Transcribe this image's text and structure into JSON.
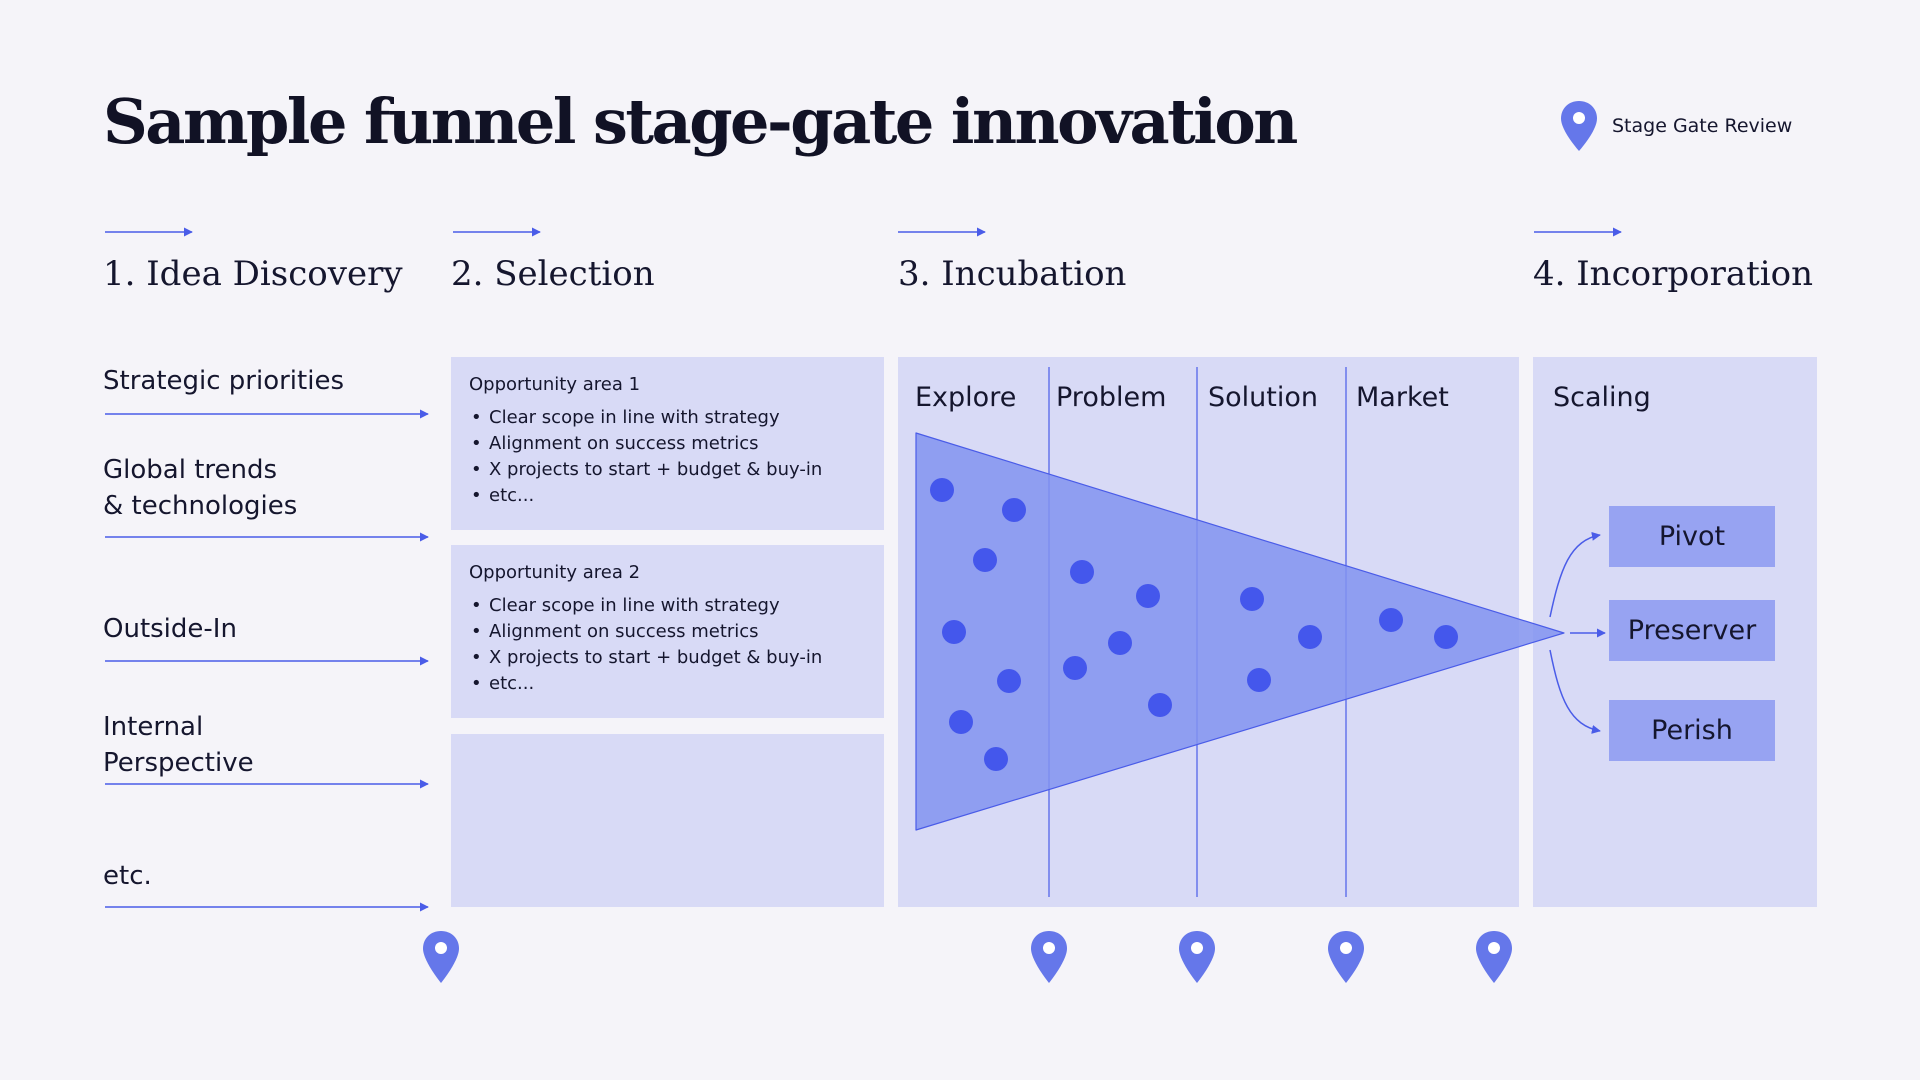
{
  "title": "Sample funnel stage-gate innovation",
  "legend": {
    "label": "Stage Gate Review",
    "icon": "map-pin-icon"
  },
  "stages": [
    {
      "label": "1. Idea Discovery"
    },
    {
      "label": "2. Selection"
    },
    {
      "label": "3. Incubation"
    },
    {
      "label": "4. Incorporation"
    }
  ],
  "idea_sources": [
    {
      "line1": "Strategic priorities",
      "line2": ""
    },
    {
      "line1": "Global trends",
      "line2": "& technologies"
    },
    {
      "line1": "Outside-In",
      "line2": ""
    },
    {
      "line1": "Internal",
      "line2": "Perspective"
    },
    {
      "line1": "etc.",
      "line2": ""
    }
  ],
  "selection": {
    "areas": [
      {
        "title": "Opportunity area 1",
        "items": [
          "Clear scope in line with strategy",
          "Alignment on success metrics",
          "X projects to start + budget & buy-in",
          "etc..."
        ]
      },
      {
        "title": "Opportunity area 2",
        "items": [
          "Clear scope in line with strategy",
          "Alignment on success metrics",
          "X projects to start + budget & buy-in",
          "etc..."
        ]
      }
    ]
  },
  "incubation": {
    "phases": [
      "Explore",
      "Problem",
      "Solution",
      "Market"
    ]
  },
  "incorporation": {
    "heading": "Scaling",
    "outcomes": [
      "Pivot",
      "Preserver",
      "Perish"
    ]
  },
  "colors": {
    "accent": "#4a5ce8",
    "pin": "#6577ea",
    "panel": "#d8daf6",
    "funnel": "#8393f0",
    "dot": "#4457ec",
    "outcome": "#97a3f2",
    "background": "#f5f4f9"
  }
}
